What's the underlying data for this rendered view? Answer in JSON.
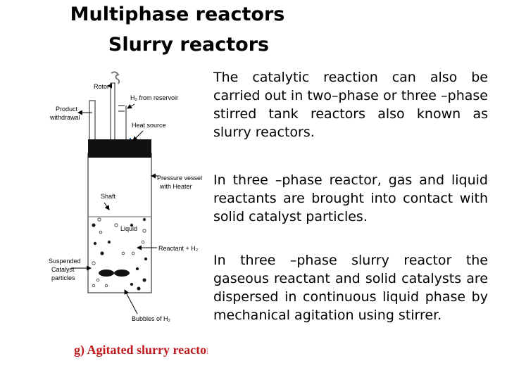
{
  "slide": {
    "title_line1": "Multiphase reactors",
    "title_line2": "Slurry reactors",
    "paragraphs": [
      "The catalytic reaction can also be carried out in two–phase or three –phase stirred tank reactors also known as slurry reactors.",
      "In three –phase reactor, gas and liquid reactants are brought into contact with solid catalyst particles.",
      "In three –phase slurry reactor the gaseous reactant and solid catalysts are dispersed in continuous liquid phase by mechanical agitation using stirrer."
    ]
  },
  "diagram": {
    "labels": {
      "rotor": "Rotor",
      "h2_from_reservoir": "H₂ from reservoir",
      "product_withdrawal_1": "Product",
      "product_withdrawal_2": "withdrawal",
      "heat_source": "Heat source",
      "pressure_vessel_1": "Pressure vessel",
      "pressure_vessel_2": "with Heater",
      "shaft": "Shaft",
      "liquid": "Liquid",
      "reactant_h2": "Reactant + H₂",
      "suspended_1": "Suspended",
      "suspended_2": "Catalyst",
      "suspended_3": "particles",
      "bubbles": "Bubbles of H₂"
    },
    "caption": "g) Agitated slurry reactor",
    "colors": {
      "caption": "#c0191e",
      "heater_band": "#111111",
      "gas_line": "#2a6fb5"
    }
  }
}
